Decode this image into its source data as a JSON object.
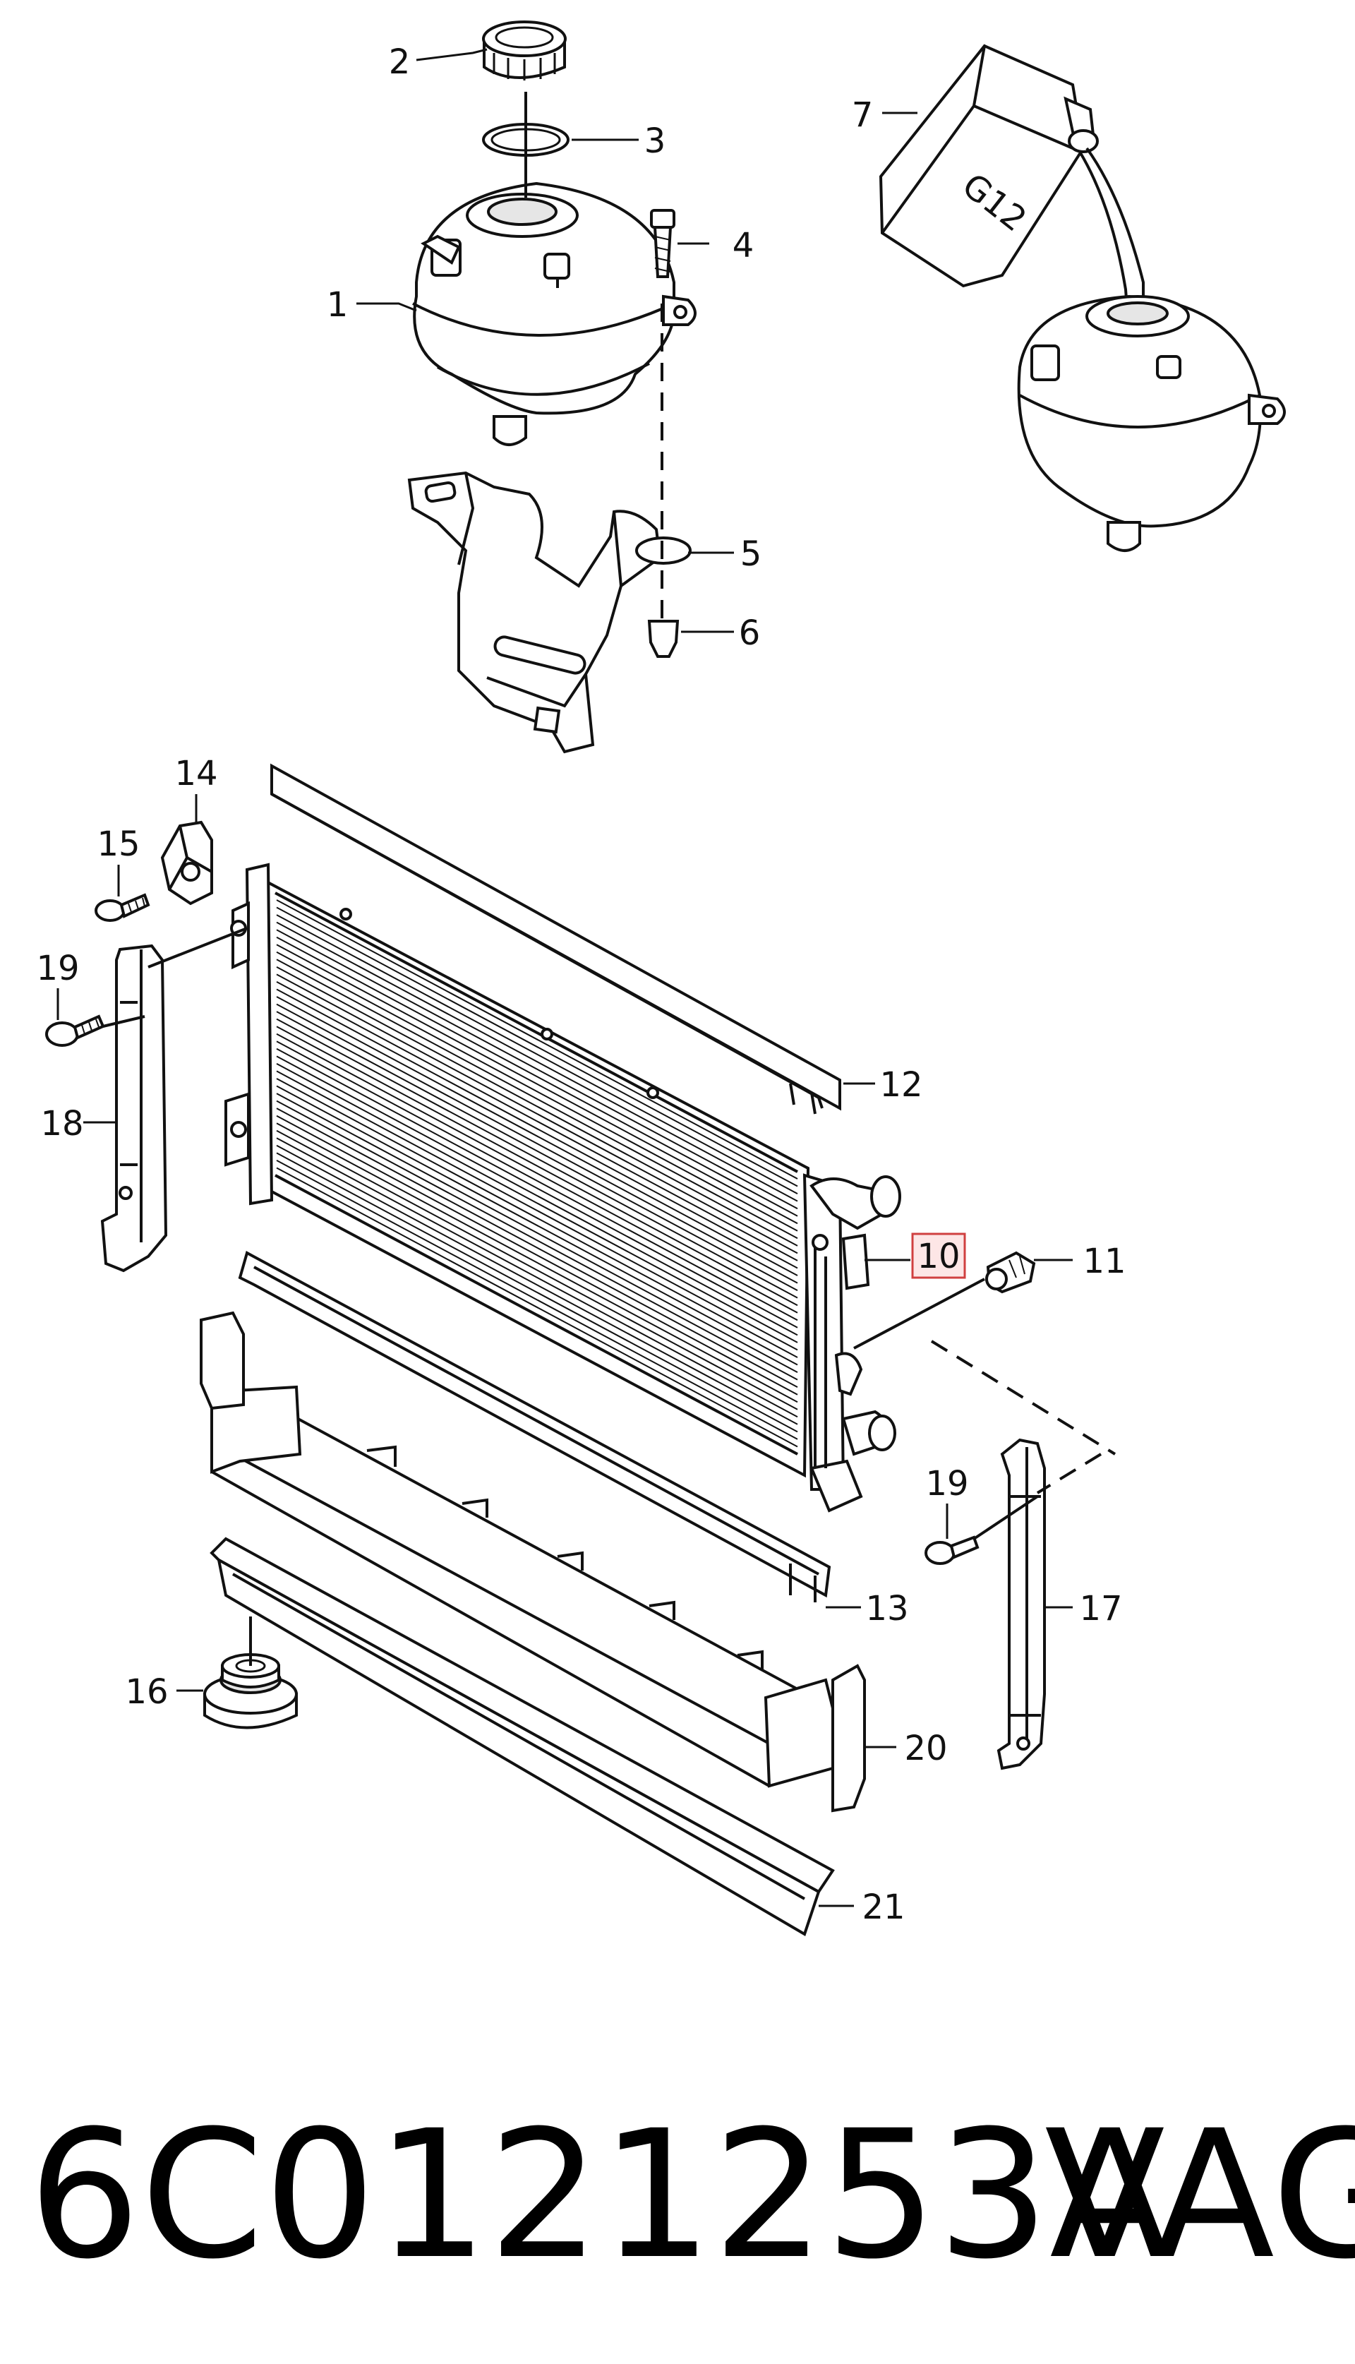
{
  "callouts": [
    {
      "id": "callout-1",
      "text": "1"
    },
    {
      "id": "callout-2",
      "text": "2"
    },
    {
      "id": "callout-3",
      "text": "3"
    },
    {
      "id": "callout-4",
      "text": "4"
    },
    {
      "id": "callout-5",
      "text": "5"
    },
    {
      "id": "callout-6",
      "text": "6"
    },
    {
      "id": "callout-7",
      "text": "7"
    },
    {
      "id": "callout-10",
      "text": "10",
      "highlighted": true
    },
    {
      "id": "callout-11",
      "text": "11"
    },
    {
      "id": "callout-12",
      "text": "12"
    },
    {
      "id": "callout-13",
      "text": "13"
    },
    {
      "id": "callout-14",
      "text": "14"
    },
    {
      "id": "callout-15",
      "text": "15"
    },
    {
      "id": "callout-16",
      "text": "16"
    },
    {
      "id": "callout-17",
      "text": "17"
    },
    {
      "id": "callout-18",
      "text": "18"
    },
    {
      "id": "callout-19a",
      "text": "19"
    },
    {
      "id": "callout-19b",
      "text": "19"
    },
    {
      "id": "callout-20",
      "text": "20"
    },
    {
      "id": "callout-21",
      "text": "21"
    }
  ],
  "coolant_bottle_label": "G12",
  "part_number": "6C0121253A",
  "brand": "VAG",
  "colors": {
    "line": "#111111",
    "highlight_fill": "#fde6e6",
    "highlight_stroke": "#d04040"
  }
}
